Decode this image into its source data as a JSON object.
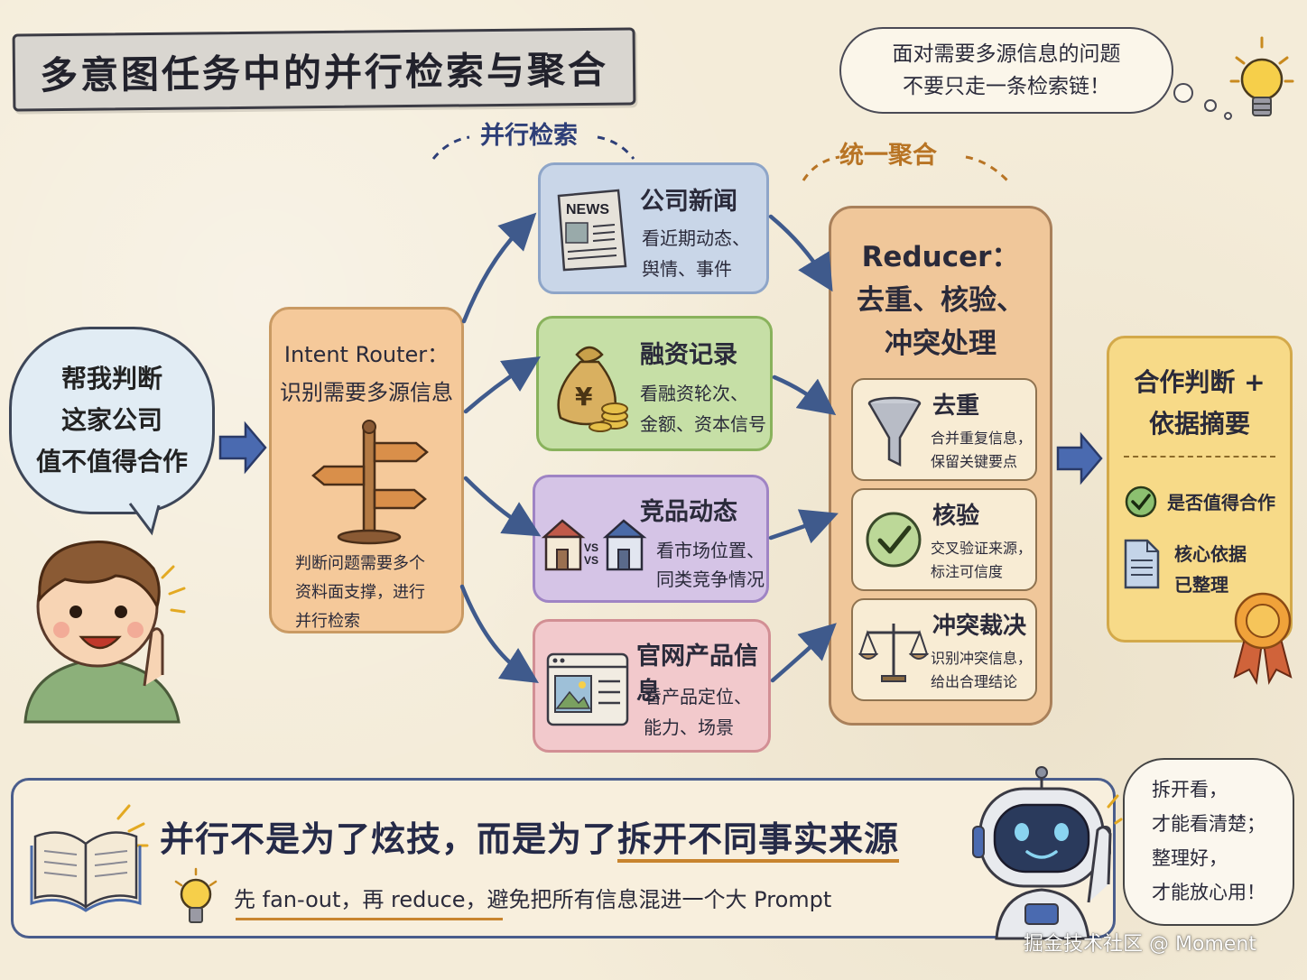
{
  "title": "多意图任务中的并行检索与聚合",
  "thought": {
    "line1": "面对需要多源信息的问题",
    "line2": "不要只走一条检索链！"
  },
  "labels": {
    "parallel": "并行检索",
    "aggregate": "统一聚合"
  },
  "question": {
    "line1": "帮我判断",
    "line2": "这家公司",
    "line3": "值不值得合作"
  },
  "router": {
    "title1": "Intent Router：",
    "title2": "识别需要多源信息",
    "desc1": "判断问题需要多个",
    "desc2": "资料面支撑，进行",
    "desc3": "并行检索"
  },
  "sources": [
    {
      "title": "公司新闻",
      "desc1": "看近期动态、",
      "desc2": "舆情、事件",
      "icon": "newspaper-icon",
      "icon_text": "NEWS",
      "bg": "#c9d6e8",
      "border": "#8ea5c8"
    },
    {
      "title": "融资记录",
      "desc1": "看融资轮次、",
      "desc2": "金额、资本信号",
      "icon": "money-bag-icon",
      "icon_text": "¥",
      "bg": "#c6dfa6",
      "border": "#89b25c"
    },
    {
      "title": "竞品动态",
      "desc1": "看市场位置、",
      "desc2": "同类竞争情况",
      "icon": "stores-vs-icon",
      "icon_text": "VS",
      "bg": "#d5c4e6",
      "border": "#9f84c4"
    },
    {
      "title": "官网产品信息",
      "desc1": "看产品定位、",
      "desc2": "能力、场景",
      "icon": "webpage-icon",
      "icon_text": "",
      "bg": "#f2c9cc",
      "border": "#d28f94"
    }
  ],
  "reducer": {
    "title1": "Reducer：",
    "title2": "去重、核验、",
    "title3": "冲突处理",
    "cards": [
      {
        "title": "去重",
        "desc1": "合并重复信息，",
        "desc2": "保留关键要点",
        "icon": "funnel-icon"
      },
      {
        "title": "核验",
        "desc1": "交叉验证来源，",
        "desc2": "标注可信度",
        "icon": "checkmark-icon"
      },
      {
        "title": "冲突裁决",
        "desc1": "识别冲突信息，",
        "desc2": "给出合理结论",
        "icon": "scales-icon"
      }
    ]
  },
  "result": {
    "title1": "合作判断 +",
    "title2": "依据摘要",
    "item1": "是否值得合作",
    "item2a": "核心依据",
    "item2b": "已整理"
  },
  "bottom": {
    "main_a": "并行不是为了炫技，而是为了",
    "main_b": "拆开不同事实来源",
    "sub": "先 fan-out，再 reduce，避免把所有信息混进一个大 Prompt"
  },
  "robot_bubble": {
    "l1": "拆开看，",
    "l2": "才能看清楚；",
    "l3": "整理好，",
    "l4": "才能放心用！"
  },
  "watermark": "掘金技术社区 @ Moment",
  "colors": {
    "arrow": "#3f5a8c",
    "accent_orange": "#c8842e"
  }
}
